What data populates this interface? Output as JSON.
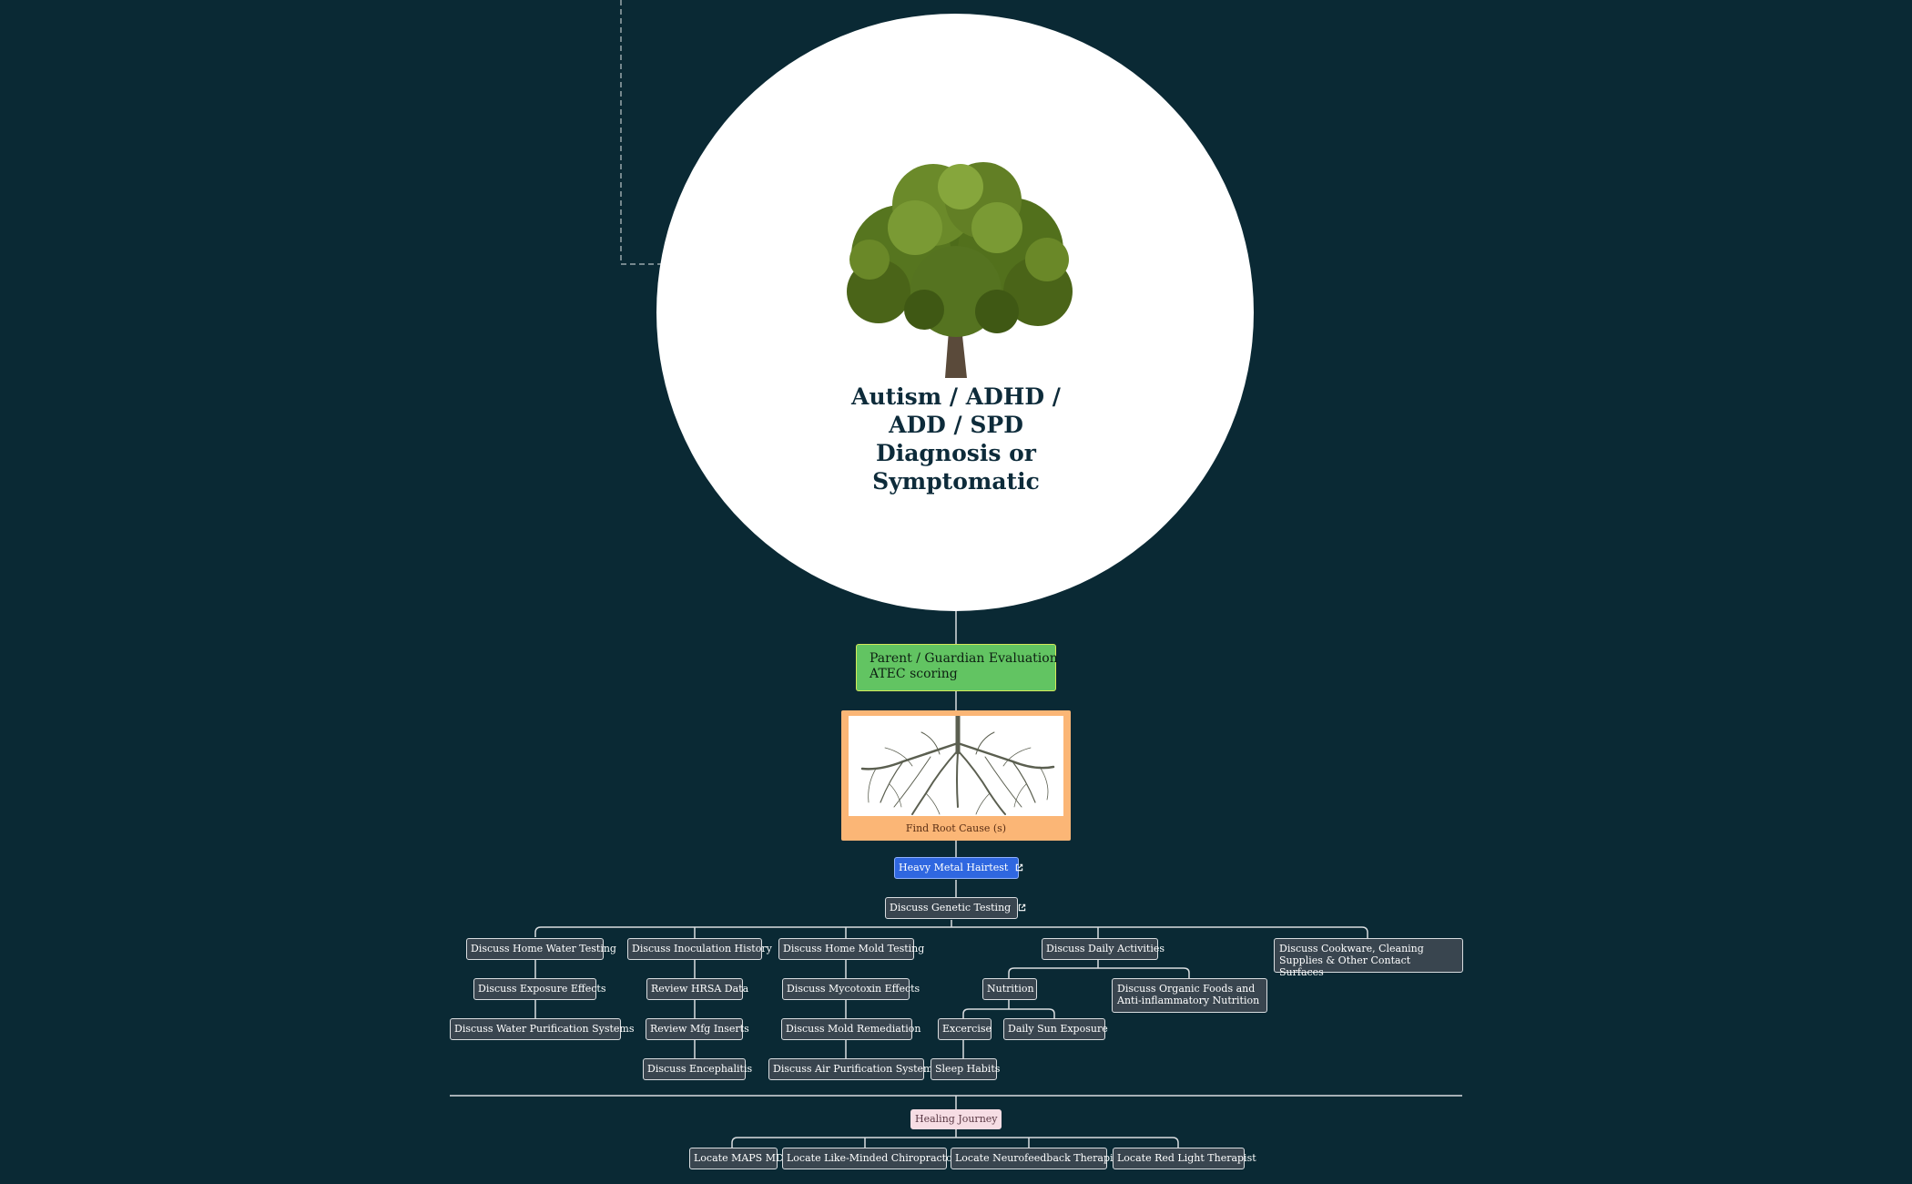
{
  "central": {
    "title_lines": [
      "Autism / ADHD /",
      "ADD / SPD",
      "Diagnosis or",
      "Symptomatic"
    ]
  },
  "evaluation": {
    "lines": [
      "Parent / Guardian Evaluation",
      "ATEC scoring"
    ]
  },
  "root_cause": {
    "label": "Find Root Cause (s)"
  },
  "nodes": {
    "heavy_metal": "Heavy Metal Hairtest",
    "genetic": "Discuss Genetic Testing",
    "home_water": "Discuss Home Water Testing",
    "exposure_effects": "Discuss Exposure Effects",
    "water_purification": "Discuss Water Purification Systems",
    "inoculation": "Discuss Inoculation History",
    "hrsa": "Review HRSA Data",
    "mfg_inserts": "Review Mfg Inserts",
    "encephalitis": "Discuss Encephalitis",
    "home_mold": "Discuss Home Mold Testing",
    "mycotoxin": "Discuss Mycotoxin Effects",
    "mold_remediation": "Discuss Mold Remediation",
    "air_purification": "Discuss Air Purification Systems",
    "daily_activities": "Discuss Daily Activities",
    "nutrition": "Nutrition",
    "exercise": "Excercise",
    "sleep": "Sleep Habits",
    "sun": "Daily Sun Exposure",
    "organic": "Discuss Organic Foods and Anti-inflammatory Nutrition",
    "cookware": "Discuss Cookware, Cleaning Supplies & Other Contact Surfaces",
    "healing": "Healing Journey",
    "maps": "Locate MAPS MD",
    "chiropractor": "Locate Like-Minded Chiropractor",
    "neurofeedback": "Locate Neurofeedback Therapist",
    "red_light": "Locate Red Light Therapist"
  },
  "icons": {
    "external_link": "external-link-icon"
  },
  "colors": {
    "background": "#0a2934",
    "node": "#39454f",
    "evaluation": "#62c462",
    "root_cause": "#fbb676",
    "heavy_metal": "#2f67e0",
    "healing": "#f6dde4"
  }
}
